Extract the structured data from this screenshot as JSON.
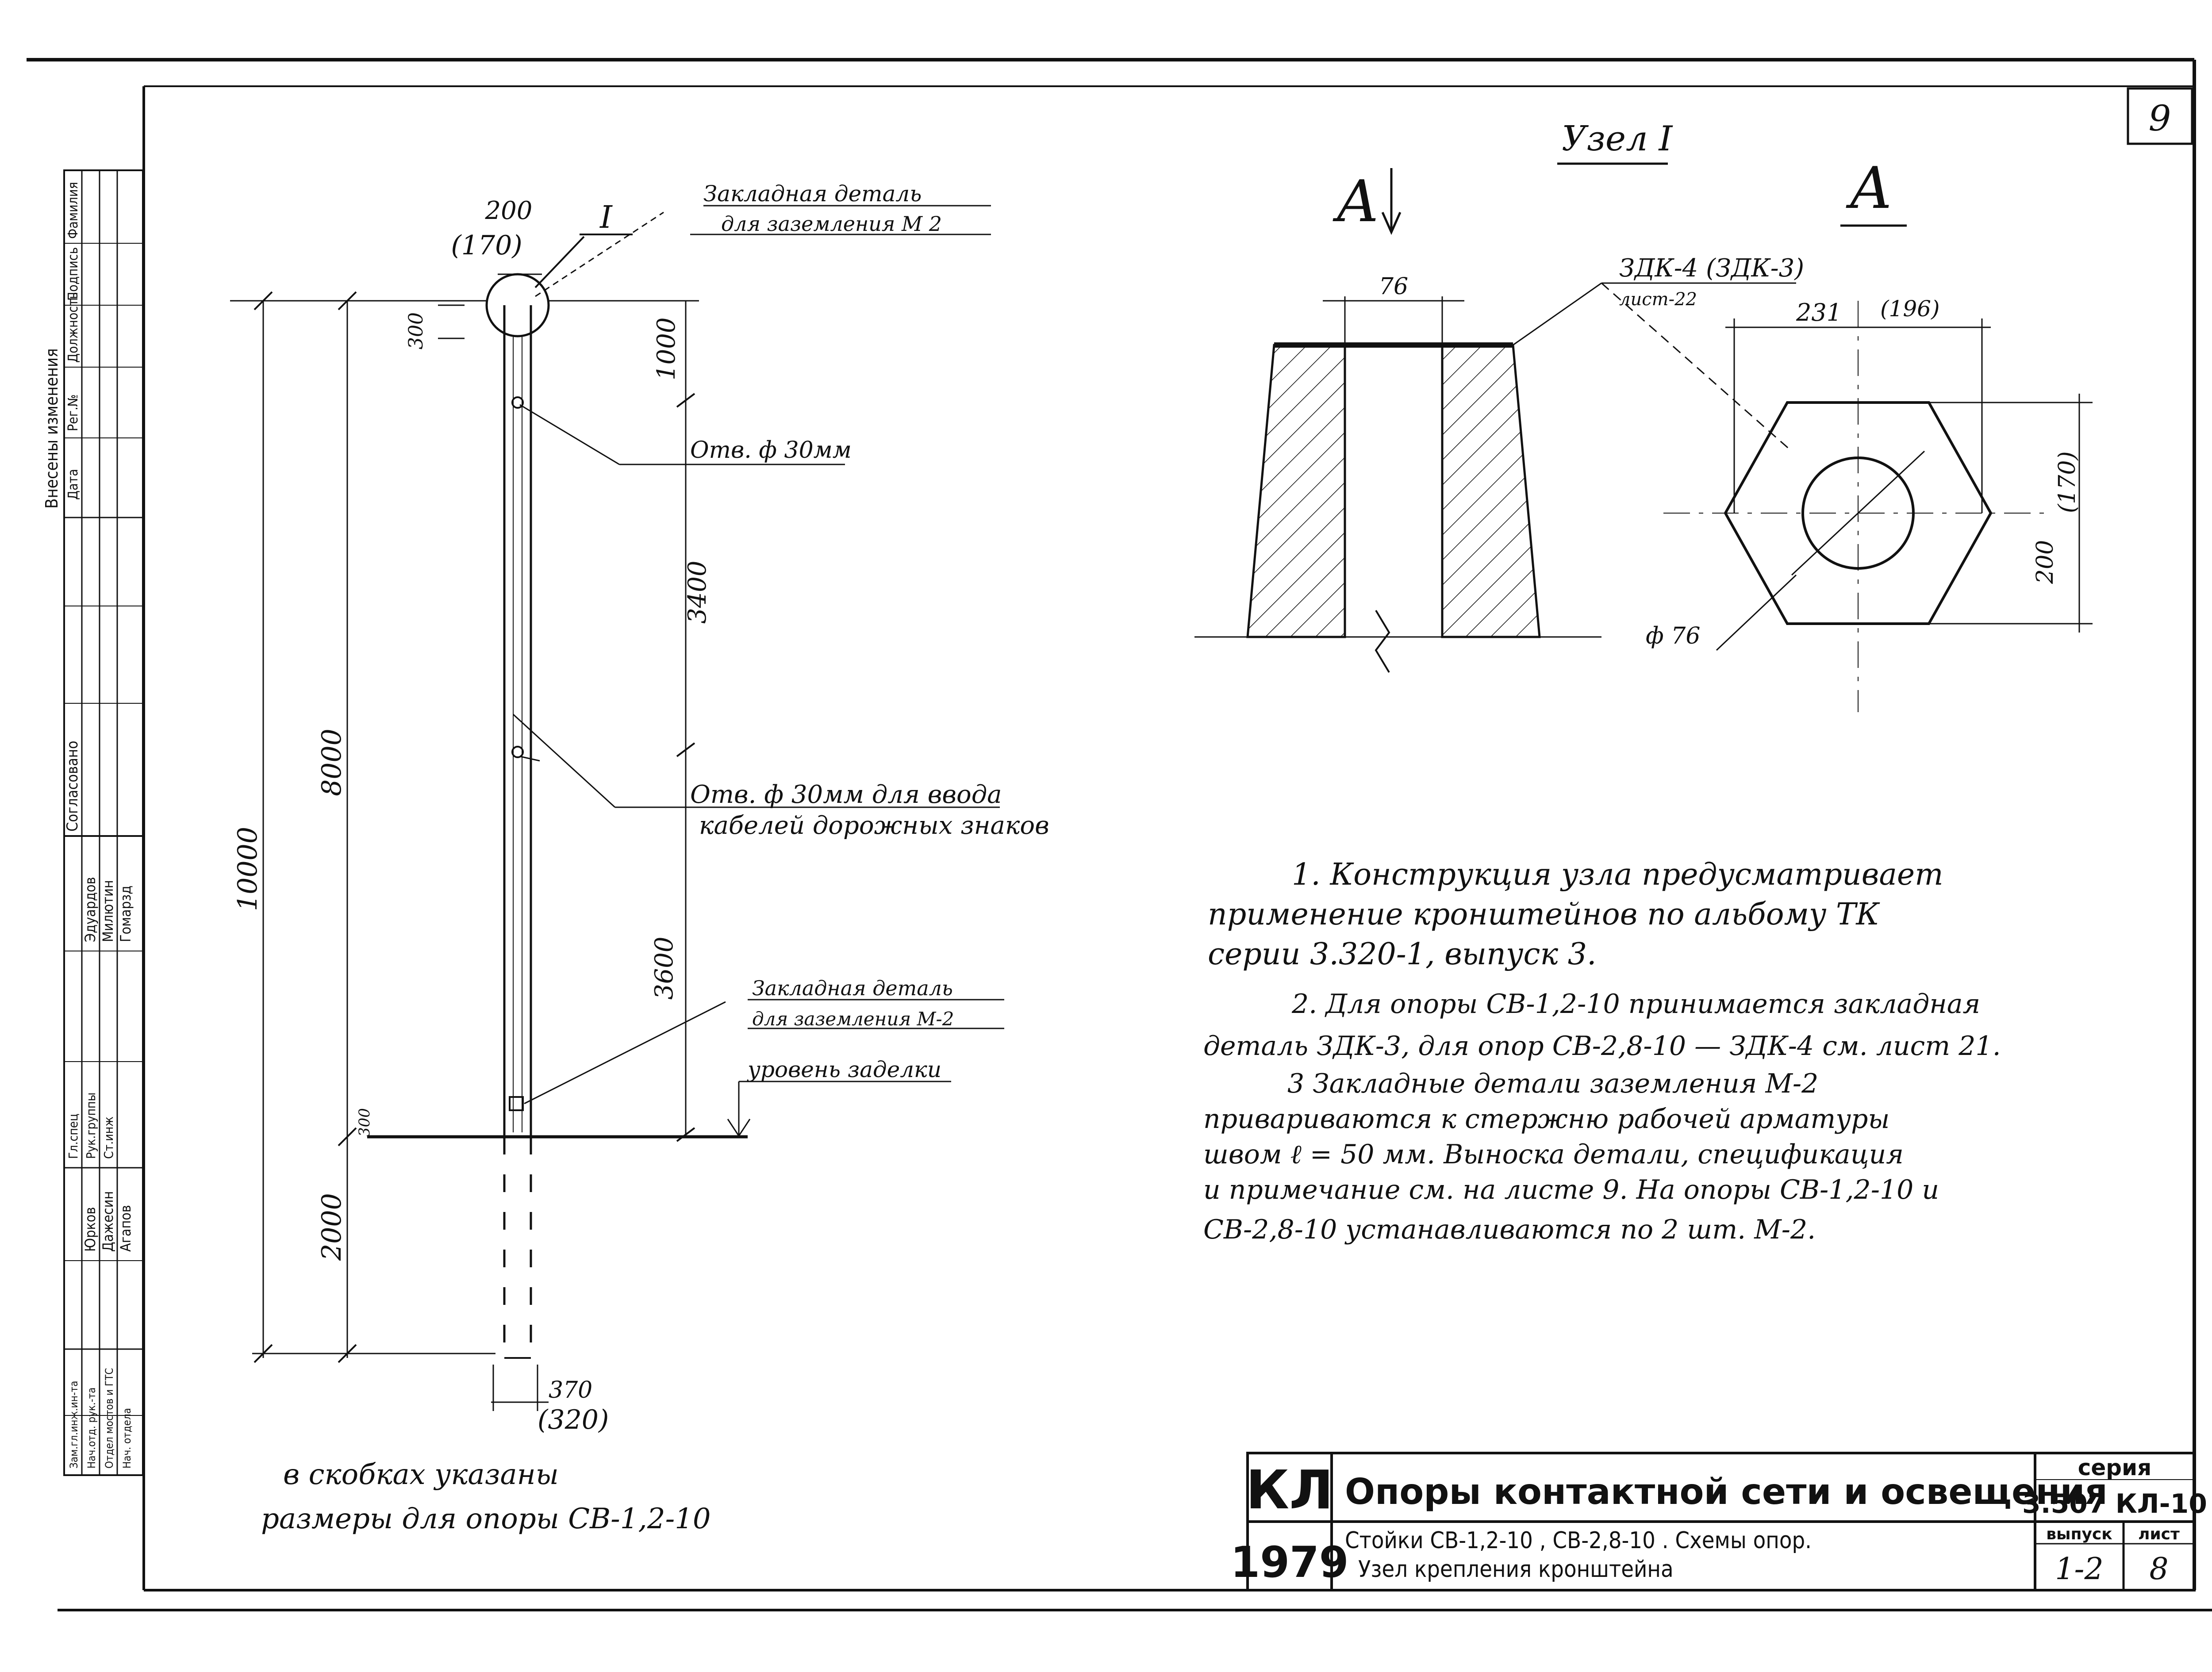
{
  "sheet": {
    "page_number": "9"
  },
  "node": {
    "title": "Узел I",
    "section_label_left": "А",
    "section_label_right": "А",
    "dim_76": "76",
    "embedded_part_label": "ЗДК-4 (ЗДК-3)",
    "embedded_part_sheet": "лист-22",
    "dim_231": "231",
    "dim_196": "(196)",
    "dim_170": "(170)",
    "dim_200": "200",
    "dim_phi76": "ф 76"
  },
  "pole": {
    "top_dim_200": "200",
    "top_dim_170": "(170)",
    "node_marker": "I",
    "ground_label_line1": "Закладная деталь",
    "ground_label_line2": "для заземления М 2",
    "dim_300": "300",
    "dim_1000": "1000",
    "hole_label": "Отв. ф 30мм",
    "dim_3400": "3400",
    "dim_8000": "8000",
    "dim_10000": "10000",
    "hole2_label_line1": "Отв. ф 30мм для ввода",
    "hole2_label_line2": "кабелей дорожных знаков",
    "dim_3600": "3600",
    "ground2_label_line1": "Закладная деталь",
    "ground2_label_line2": "для заземления М-2",
    "embed_level": "уровень заделки",
    "dim_300b": "300",
    "dim_2000": "2000",
    "dim_370": "370",
    "dim_320": "(320)",
    "bracket_note_line1": "в скобках указаны",
    "bracket_note_line2": "размеры для опоры СВ-1,2-10"
  },
  "notes": [
    "1. Конструкция узла предусматривает",
    "применение кронштейнов по альбому ТК",
    "серии 3.320-1, выпуск 3.",
    "2. Для опоры СВ-1,2-10 принимается закладная",
    "деталь ЗДК-3, для опор СВ-2,8-10 — ЗДК-4 см. лист 21.",
    "3 Закладные детали заземления М-2",
    "привариваются к стержню рабочей арматуры",
    "швом ℓ = 50 мм. Выноска детали, спецификация",
    "и примечание см. на листе 9. На опоры СВ-1,2-10 и",
    "СВ-2,8-10 устанавливаются по 2 шт. М-2."
  ],
  "title_block": {
    "code": "КЛ",
    "year": "1979",
    "main_title": "Опоры контактной сети и освещения",
    "subtitle_line1": "Стойки СВ-1,2-10 , СВ-2,8-10 . Схемы опор.",
    "subtitle_line2": "Узел крепления кронштейна",
    "series_label": "серия",
    "series_value": "3.507 КЛ-10",
    "issue_label": "выпуск",
    "issue_value": "1-2",
    "sheet_label": "лист",
    "sheet_value": "8"
  },
  "side_stamp": {
    "revisions_header": "Внесены изменения",
    "col_date": "Дата",
    "col_reg": "Рег.№",
    "col_position": "Должность",
    "col_signature": "Подпись",
    "col_surname": "Фамилия",
    "approved": "Согласовано",
    "people": [
      "Эдуардов",
      "Милютин",
      "Гомарзд",
      "Юрков",
      "Дажесин",
      "Агапов"
    ],
    "roles": [
      "Гл.спец",
      "Рук.группы",
      "Ст.инж",
      "Зам.гл.инж.ин-та",
      "Нач.отд. рук.-та",
      "Отдел мостов и ГТС",
      "Нач. отдела"
    ]
  }
}
